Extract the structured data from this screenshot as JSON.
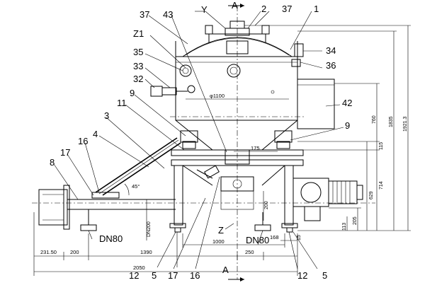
{
  "drawing": {
    "callouts": {
      "y": "Y",
      "a_top": "A",
      "n2": "2",
      "n37_top": "37",
      "n1": "1",
      "n37_left": "37",
      "n43": "43",
      "z1": "Z1",
      "n34": "34",
      "n35": "35",
      "n36": "36",
      "n33": "33",
      "n32": "32",
      "n42": "42",
      "n9_left": "9",
      "n11": "11",
      "n3": "3",
      "n9_right": "9",
      "n4": "4",
      "n16_left": "16",
      "n17_left": "17",
      "n8": "8",
      "z": "Z",
      "dn80_left": "DN80",
      "dn80_right": "DN80",
      "n12_left": "12",
      "n5_left": "5",
      "n17_bottom": "17",
      "n16_bottom": "16",
      "a_bottom": "A",
      "n12_right": "12",
      "n5_right": "5"
    },
    "dimensions": {
      "phi1100": "φ1100",
      "d175": "175",
      "d45deg": "45°",
      "dn200": "DN200",
      "d200": "200",
      "d1000": "1000",
      "d250": "250",
      "d168": "168",
      "d15": "15",
      "d231_50": "231.50",
      "d200_bottom": "200",
      "d1390": "1390",
      "d2050": "2050",
      "d760": "760",
      "d115": "115",
      "d714": "714",
      "d629": "629",
      "d113": "113",
      "d205": "205",
      "d1835": "1835",
      "d1921_3": "1921.3"
    }
  }
}
